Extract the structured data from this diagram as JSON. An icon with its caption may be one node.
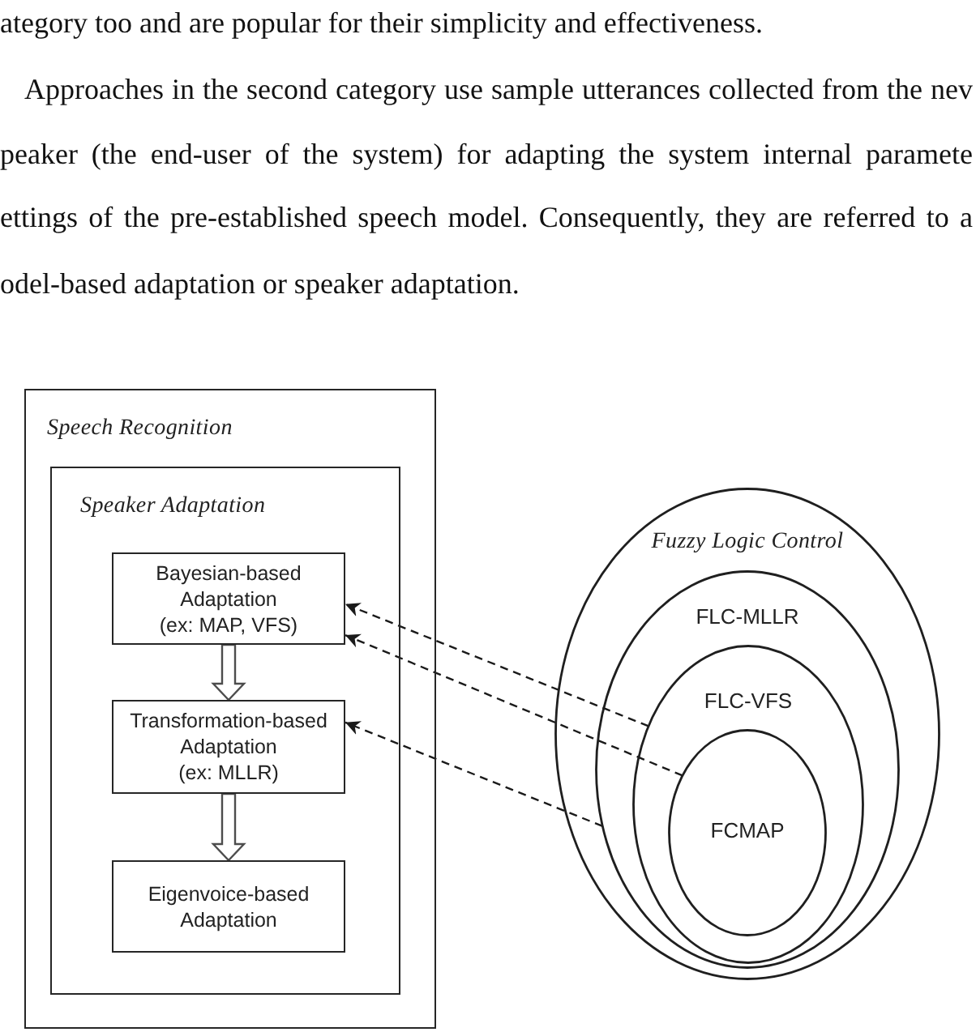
{
  "diagram": {
    "nodes": [
      {
        "text": [
          "Speech Recognition"
        ]
      },
      {
        "text": [
          "Speaker Adaptation"
        ],
        "in": 0
      },
      {
        "text": [
          "Bayesian-based Adaptation",
          "(ex: MAP, VFS)"
        ],
        "in": 1
      },
      {
        "text": [
          "Transformation-based Adaptation",
          "(ex: MLLR)"
        ],
        "in": 1
      },
      {
        "text": [
          "Eigenvoice-based Adaptation"
        ],
        "in": 1
      },
      {
        "text": [
          "Fuzzy Logic Control"
        ]
      },
      {
        "text": [
          "FLC-MLLR"
        ],
        "in": 5
      },
      {
        "text": [
          "FLC-VFS"
        ],
        "in": 6
      },
      {
        "text": [
          "FCMAP"
        ],
        "in": 7
      }
    ],
    "edges": [
      {
        "from": 2,
        "to": 3,
        "arrow": "to"
      },
      {
        "from": 3,
        "to": 4,
        "arrow": "to"
      },
      {
        "from": 7,
        "to": 2,
        "arrow": "to",
        "style": "dashed"
      },
      {
        "from": 8,
        "to": 2,
        "arrow": "to",
        "style": "dashed"
      },
      {
        "from": 6,
        "to": 3,
        "arrow": "to",
        "style": "dashed"
      }
    ],
    "labels": [
      "ategory too and are popular for their simplicity and effectiveness.",
      "Approaches in the second category use sample utterances collected from the nev",
      "peaker (the end-user of the system) for adapting the system internal paramete",
      "ettings of the pre-established speech model. Consequently, they are referred to a",
      "odel-based adaptation or speaker adaptation."
    ]
  }
}
